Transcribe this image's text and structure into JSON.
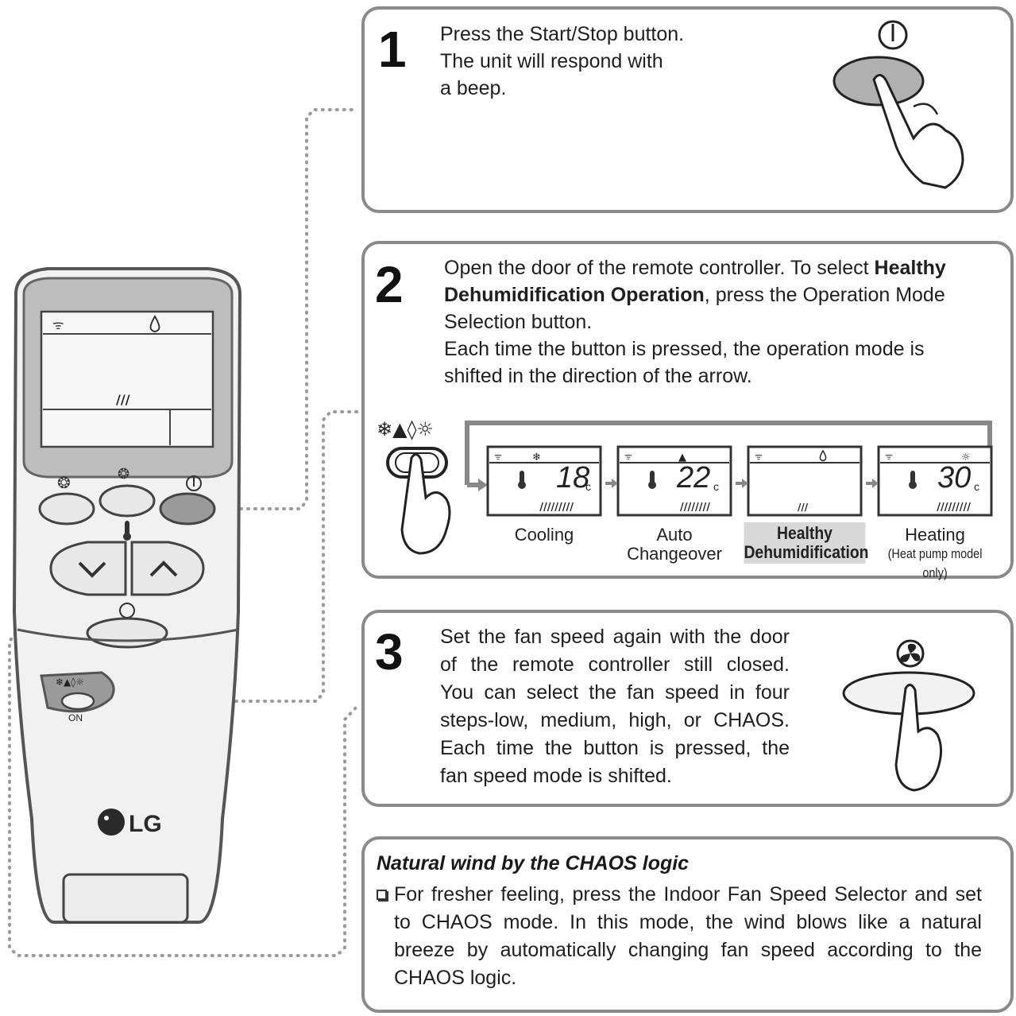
{
  "step1": {
    "number": "1",
    "lines": [
      "Press the Start/Stop button.",
      "The unit will respond with",
      "a beep."
    ]
  },
  "step2": {
    "number": "2",
    "line1_pre": "Open the door of the remote controller. To select ",
    "line1_bold": "Healthy",
    "line2_bold": "Dehumidification Operation",
    "line2_post": ", press the Operation Mode",
    "line3": "Selection button.",
    "line4": "Each time the button is pressed, the operation mode is",
    "line5": "shifted in the direction of the arrow.",
    "modes": [
      {
        "label": "Cooling",
        "temp": "18",
        "unit": "c"
      },
      {
        "label_line1": "Auto",
        "label_line2": "Changeover",
        "temp": "22",
        "unit": "c"
      },
      {
        "label_line1": "Healthy",
        "label_line2": "Dehumidification"
      },
      {
        "label": "Heating",
        "note": "(Heat pump model only)",
        "temp": "30",
        "unit": "c"
      }
    ]
  },
  "step3": {
    "number": "3",
    "lines": [
      "Set the fan speed again with the door",
      "of the remote controller still closed.",
      "You can select the fan speed in four",
      "steps-low, medium, high, or CHAOS.",
      "Each time the button is pressed, the",
      "fan speed mode is shifted."
    ]
  },
  "chaos": {
    "title": "Natural wind by the CHAOS logic",
    "lines": [
      "For fresher feeling, press the Indoor Fan Speed Selector and set",
      "to CHAOS mode. In this mode, the wind blows like a natural",
      "breeze by automatically changing fan speed according to the",
      "CHAOS logic."
    ]
  },
  "remote": {
    "brand": "LG",
    "on_label": "ON"
  },
  "icons": {
    "power": "power-icon",
    "mode": "mode-icons",
    "fan": "fan-icon",
    "thermometer": "thermometer-icon",
    "hand": "hand-pointer-icon"
  }
}
